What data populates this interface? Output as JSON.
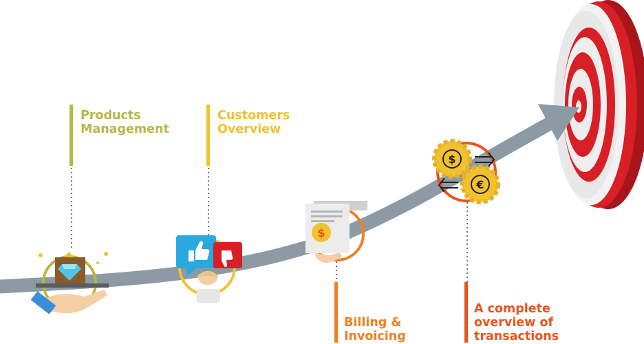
{
  "steps": [
    {
      "lines": [
        "Products",
        "Management"
      ],
      "color": "#b5b844",
      "icon": "diamond-gift-hand-icon"
    },
    {
      "lines": [
        "Customers",
        "Overview"
      ],
      "color": "#f2c12e",
      "icon": "thumbs-up-down-icon"
    },
    {
      "lines": [
        "Billing &",
        "Invoicing"
      ],
      "color": "#f07f21",
      "icon": "invoice-dollar-icon"
    },
    {
      "lines": [
        "A complete",
        "overview of",
        "transactions"
      ],
      "color": "#e8541e",
      "icon": "currency-exchange-icon"
    }
  ],
  "colors": {
    "arrow": "#8c9ba3",
    "target_red": "#d81f26",
    "target_dark": "#a8151b"
  },
  "goal_icon": "target-bullseye-icon"
}
